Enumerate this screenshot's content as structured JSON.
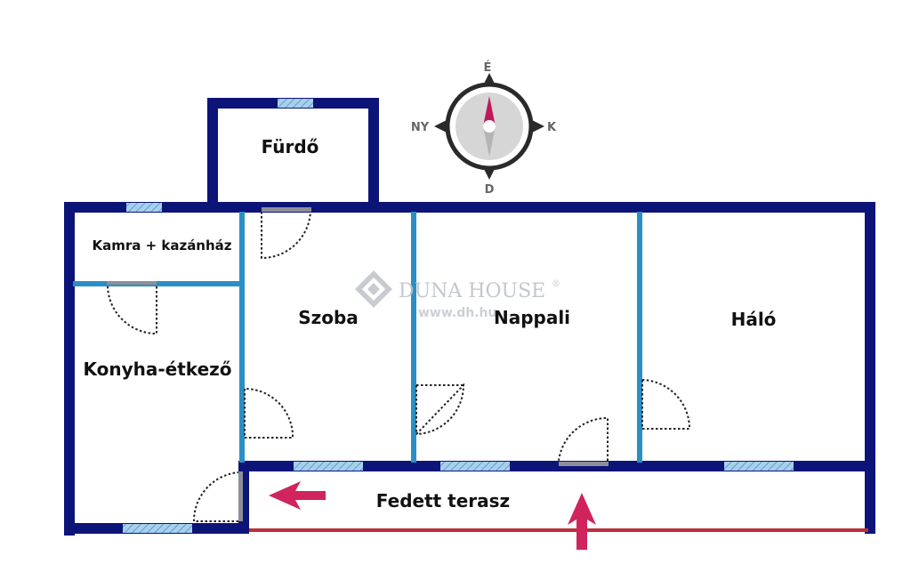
{
  "rooms": {
    "furdo": "Fürdő",
    "kamra": "Kamra + kazánház",
    "konyha": "Konyha-étkező",
    "szoba": "Szoba",
    "nappali": "Nappali",
    "halo": "Háló",
    "terasz": "Fedett terasz"
  },
  "compass": {
    "north": "É",
    "east": "K",
    "south": "D",
    "west": "NY"
  },
  "watermark": {
    "brand": "DUNA HOUSE",
    "registered": "®",
    "url": "www.dh.hu"
  },
  "colors": {
    "outer_wall": "#0d1478",
    "inner_wall": "#2a8fc4",
    "window": "#9cc8e8",
    "door_arc": "#222222",
    "arrow": "#d0245c",
    "terrace_edge": "#b8303c",
    "compass_needle": "#c0185a"
  },
  "icons": [
    "compass-icon",
    "entrance-arrow-icon",
    "brand-logo-icon"
  ]
}
